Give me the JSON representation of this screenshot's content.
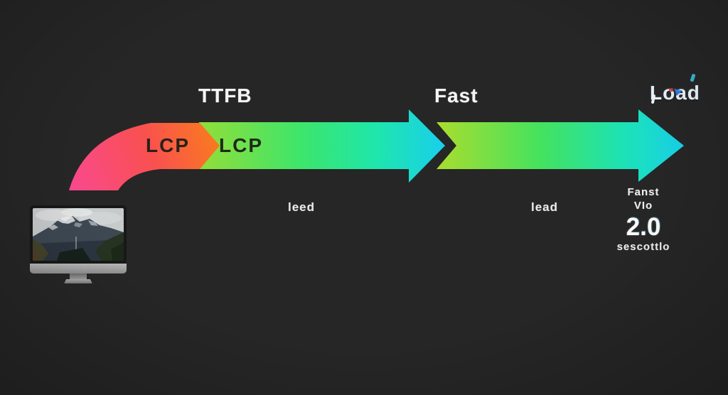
{
  "scene": {
    "stage1_title": "TTFB",
    "stage2_title": "Fast",
    "stage3_title": "Load",
    "curve_label": "LCP",
    "band1_label": "LCP",
    "band1_sublabel": "leed",
    "band2_sublabel": "lead",
    "metrics": {
      "line1": "Fanst",
      "line2": "VIo",
      "value": "2.0",
      "unit": "sescottlo"
    }
  },
  "colors": {
    "background": "#262626",
    "pink": "#f9498f",
    "red": "#f95050",
    "orange": "#f97b1e",
    "lime1": "#93de38",
    "green1": "#3ce56c",
    "teal1": "#1fe6ac",
    "cyan1": "#19cfec",
    "lime2": "#aadd2e",
    "green2": "#44e25e",
    "teal2": "#1de2b4",
    "cyan2": "#17d4ec"
  }
}
